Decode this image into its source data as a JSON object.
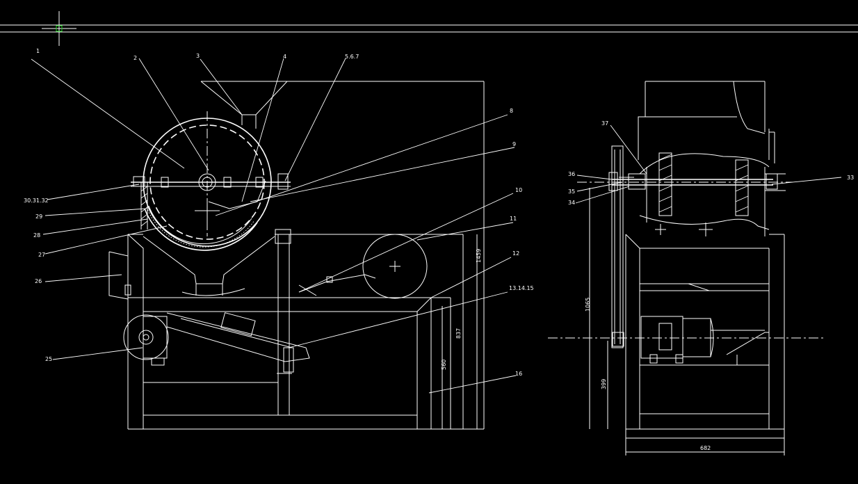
{
  "colors": {
    "background": "#000000",
    "line": "#ffffff",
    "cursor": "#19d219"
  },
  "part_labels": {
    "p1": "1",
    "p2": "2",
    "p3": "3",
    "p4": "4",
    "p567": "5.6.7",
    "p8": "8",
    "p9": "9",
    "p10": "10",
    "p11": "11",
    "p12": "12",
    "p131415": "13.14.15",
    "p16": "16",
    "p25": "25",
    "p26": "26",
    "p27": "27",
    "p28": "28",
    "p29": "29",
    "p303132": "30.31.32",
    "p33": "33",
    "p34": "34",
    "p35": "35",
    "p36": "36",
    "p37": "37"
  },
  "dimensions": {
    "d1459": "1459",
    "d837": "837",
    "d560": "560",
    "d1065": "1065",
    "d399": "399",
    "d682": "682"
  }
}
